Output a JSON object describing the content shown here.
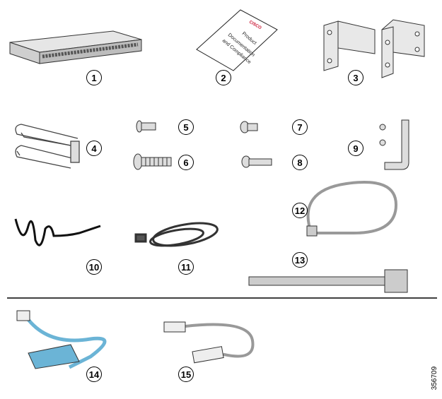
{
  "callouts": [
    "1",
    "2",
    "3",
    "4",
    "5",
    "6",
    "7",
    "8",
    "9",
    "10",
    "11",
    "12",
    "13",
    "14",
    "15"
  ],
  "document": {
    "logo": "CISCO",
    "line1": "Product",
    "line2": "Documentation",
    "line3": "and Compliance"
  },
  "figure_number": "356709"
}
